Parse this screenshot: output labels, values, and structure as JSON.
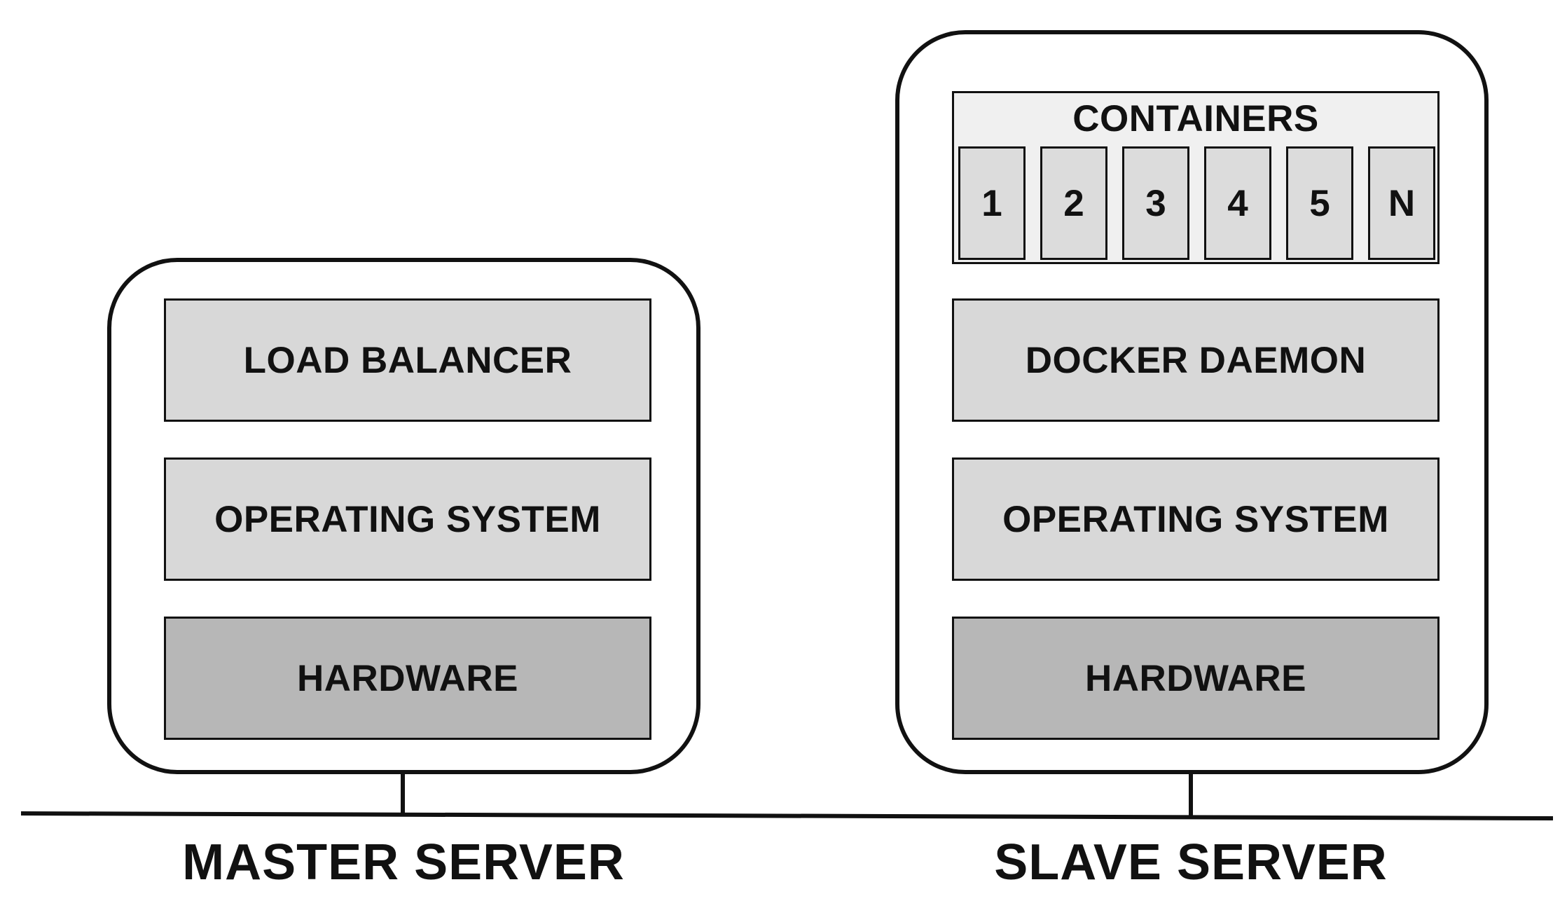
{
  "master": {
    "layers": [
      {
        "label": "LOAD BALANCER",
        "shade": "#d8d8d8"
      },
      {
        "label": "OPERATING SYSTEM",
        "shade": "#d8d8d8"
      },
      {
        "label": "HARDWARE",
        "shade": "#b7b7b7"
      }
    ],
    "label": "MASTER SERVER"
  },
  "slave": {
    "containers": {
      "label": "CONTAINERS",
      "slots": [
        "1",
        "2",
        "3",
        "4",
        "5",
        "N"
      ]
    },
    "layers": [
      {
        "label": "DOCKER DAEMON",
        "shade": "#d8d8d8"
      },
      {
        "label": "OPERATING SYSTEM",
        "shade": "#d8d8d8"
      },
      {
        "label": "HARDWARE",
        "shade": "#b7b7b7"
      }
    ],
    "label": "SLAVE SERVER"
  },
  "colors": {
    "stroke": "#111111",
    "light_layer": "#d8d8d8",
    "dark_layer": "#b7b7b7",
    "containers_bg": "#f0f0f0"
  }
}
